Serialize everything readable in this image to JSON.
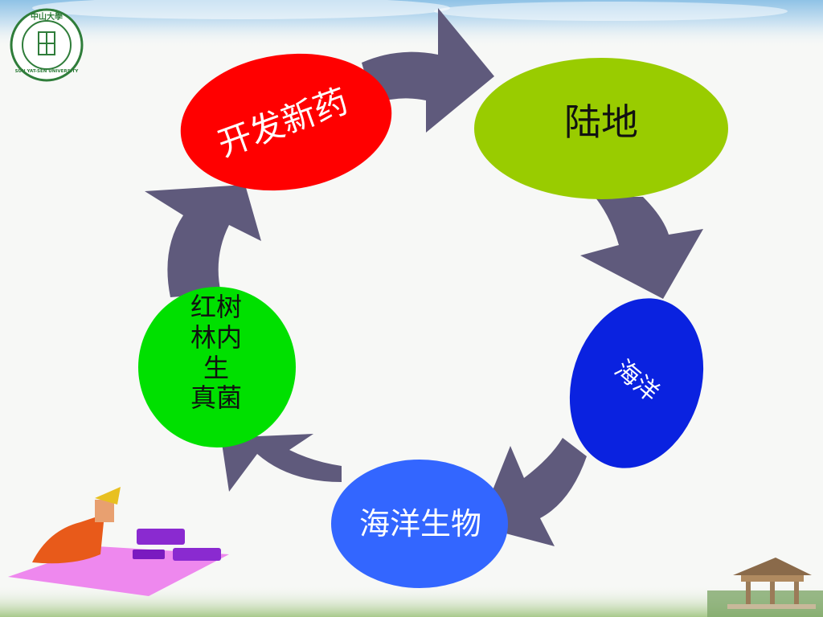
{
  "slide": {
    "logo": {
      "name_cn": "中山大學",
      "name_en": "SUN YAT-SEN UNIVERSITY"
    },
    "cycle": {
      "nodes": [
        {
          "id": "land",
          "label": "陆地",
          "color": "#99cc00",
          "text_color": "#111111"
        },
        {
          "id": "ocean",
          "label": "海洋",
          "color": "#0a22e0",
          "text_color": "#ffffff"
        },
        {
          "id": "marine-life",
          "label": "海洋生物",
          "color": "#3366ff",
          "text_color": "#ffffff"
        },
        {
          "id": "mangrove-fungi",
          "label": "红树\n林内\n生\n真菌",
          "color": "#00e000",
          "text_color": "#111111"
        },
        {
          "id": "new-drug",
          "label": "开发新药",
          "color": "#ff0000",
          "text_color": "#ffffff"
        }
      ],
      "arrow_color": "#5f5a7c"
    }
  }
}
